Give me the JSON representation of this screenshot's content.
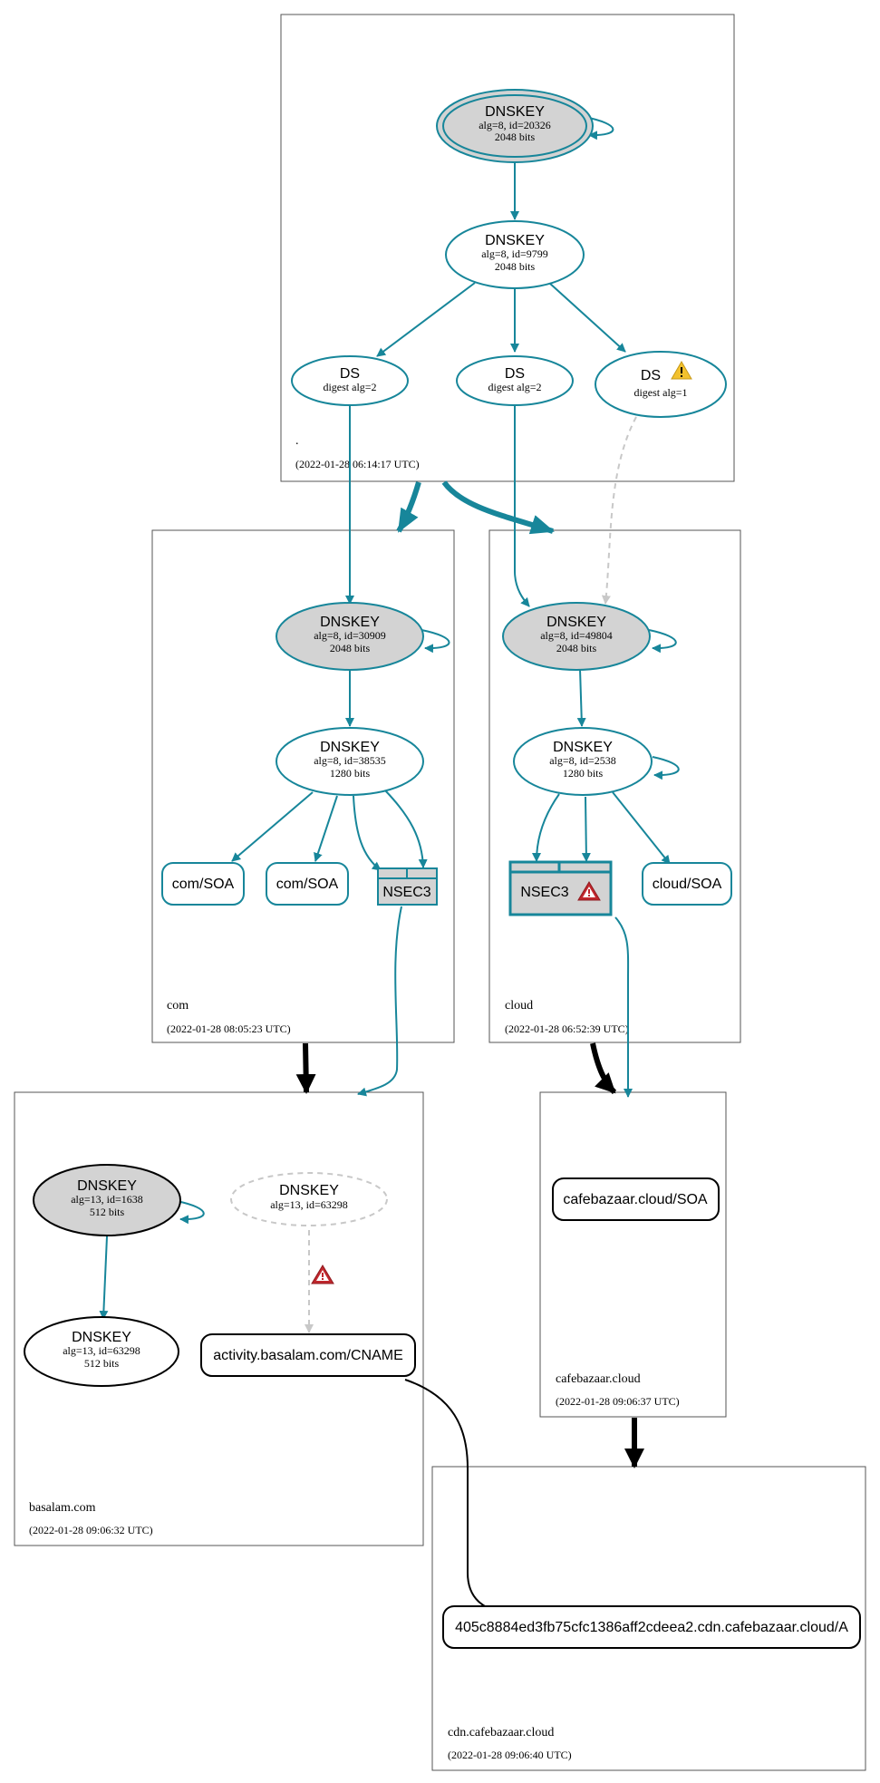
{
  "zones": {
    "root": {
      "name": ".",
      "timestamp": "(2022-01-28 06:14:17 UTC)"
    },
    "com": {
      "name": "com",
      "timestamp": "(2022-01-28 08:05:23 UTC)"
    },
    "cloud": {
      "name": "cloud",
      "timestamp": "(2022-01-28 06:52:39 UTC)"
    },
    "basalam": {
      "name": "basalam.com",
      "timestamp": "(2022-01-28 09:06:32 UTC)"
    },
    "cafebazaar": {
      "name": "cafebazaar.cloud",
      "timestamp": "(2022-01-28 09:06:37 UTC)"
    },
    "cdn": {
      "name": "cdn.cafebazaar.cloud",
      "timestamp": "(2022-01-28 09:06:40 UTC)"
    }
  },
  "nodes": {
    "root_ksk": {
      "title": "DNSKEY",
      "line1": "alg=8, id=20326",
      "line2": "2048 bits"
    },
    "root_zsk": {
      "title": "DNSKEY",
      "line1": "alg=8, id=9799",
      "line2": "2048 bits"
    },
    "root_ds1": {
      "title": "DS",
      "line1": "digest alg=2"
    },
    "root_ds2": {
      "title": "DS",
      "line1": "digest alg=2"
    },
    "root_ds3": {
      "title": "DS",
      "line1": "digest alg=1"
    },
    "com_ksk": {
      "title": "DNSKEY",
      "line1": "alg=8, id=30909",
      "line2": "2048 bits"
    },
    "com_zsk": {
      "title": "DNSKEY",
      "line1": "alg=8, id=38535",
      "line2": "1280 bits"
    },
    "com_soa1": {
      "label": "com/SOA"
    },
    "com_soa2": {
      "label": "com/SOA"
    },
    "com_nsec3": {
      "label": "NSEC3"
    },
    "cloud_ksk": {
      "title": "DNSKEY",
      "line1": "alg=8, id=49804",
      "line2": "2048 bits"
    },
    "cloud_zsk": {
      "title": "DNSKEY",
      "line1": "alg=8, id=2538",
      "line2": "1280 bits"
    },
    "cloud_nsec3": {
      "label": "NSEC3"
    },
    "cloud_soa": {
      "label": "cloud/SOA"
    },
    "basalam_ksk": {
      "title": "DNSKEY",
      "line1": "alg=13, id=1638",
      "line2": "512 bits"
    },
    "basalam_missing": {
      "title": "DNSKEY",
      "line1": "alg=13, id=63298"
    },
    "basalam_zsk": {
      "title": "DNSKEY",
      "line1": "alg=13, id=63298",
      "line2": "512 bits"
    },
    "basalam_cname": {
      "label": "activity.basalam.com/CNAME"
    },
    "cafebazaar_soa": {
      "label": "cafebazaar.cloud/SOA"
    },
    "cdn_a": {
      "label": "405c8884ed3fb75cfc1386aff2cdeea2.cdn.cafebazaar.cloud/A"
    }
  },
  "colors": {
    "secure": "#17869a",
    "insecure": "#000000",
    "missing": "#c8c8c8",
    "ksk_fill": "#d3d3d3",
    "warning": "#f2c12e",
    "error": "#c0272d"
  },
  "icons": {
    "warning": "warning-icon",
    "error": "error-icon"
  }
}
